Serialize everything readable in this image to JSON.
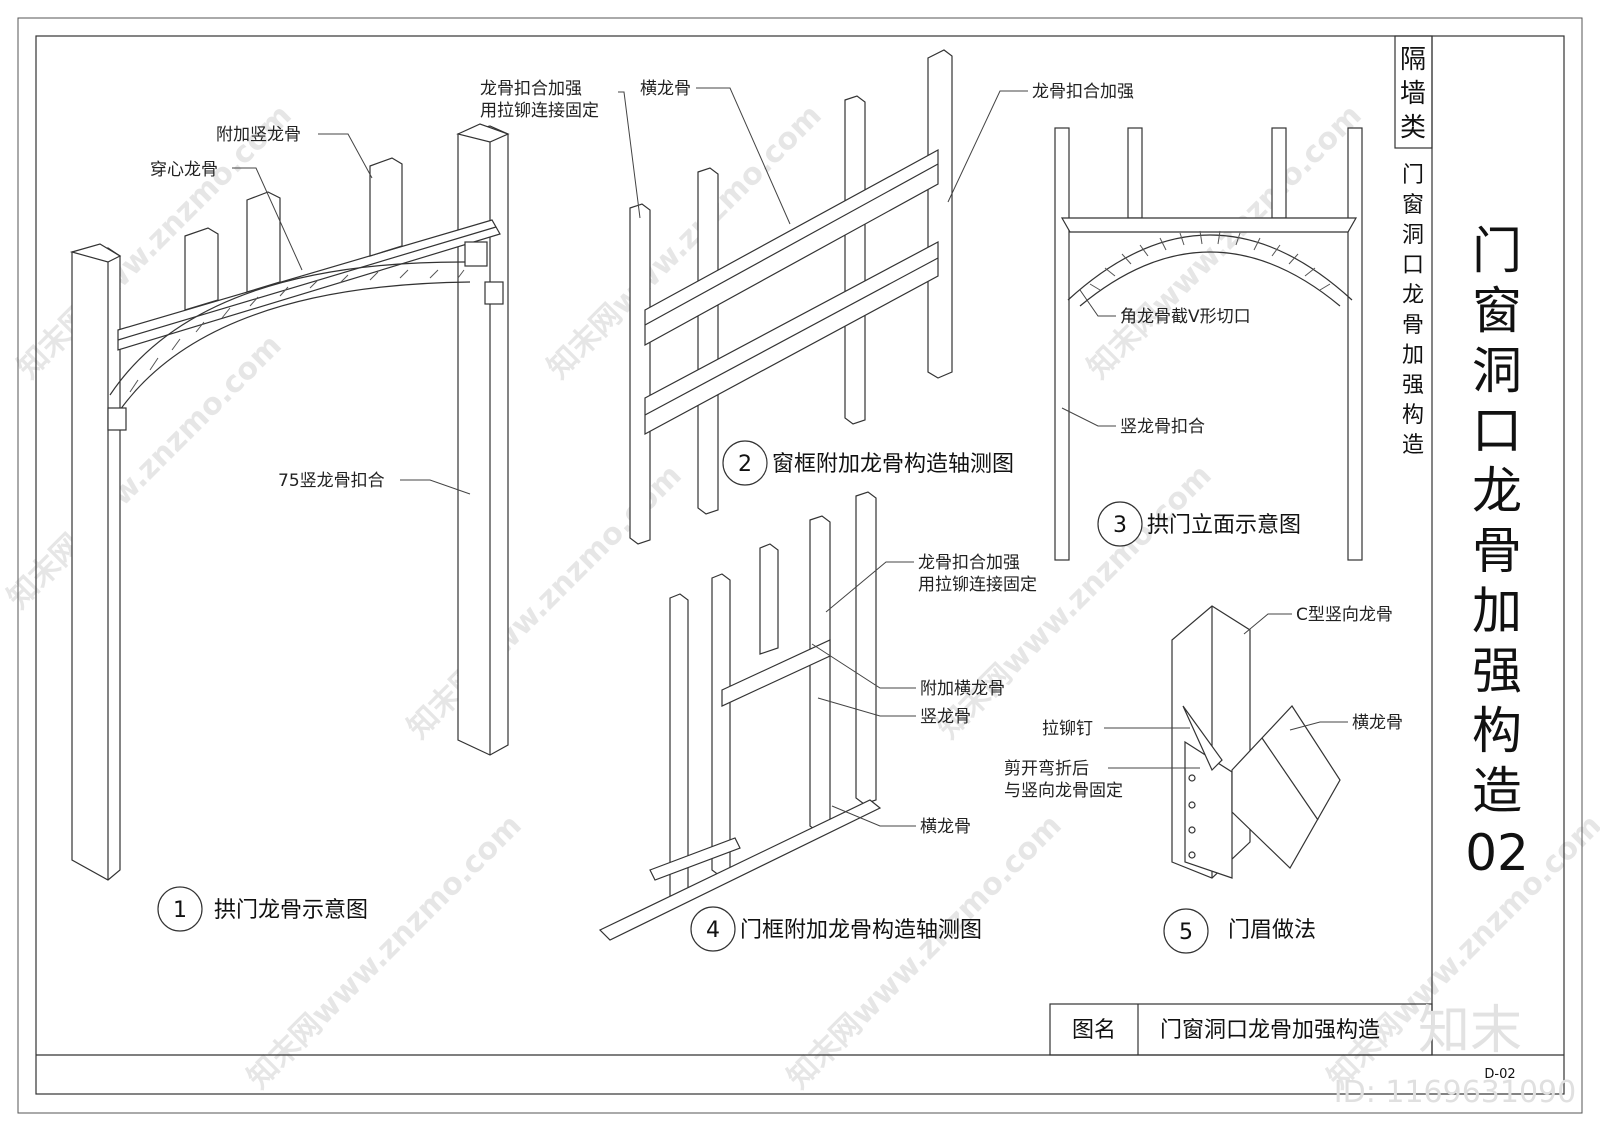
{
  "sheet": {
    "category": [
      "隔",
      "墙",
      "类"
    ],
    "vertical_subtitle": [
      "门",
      "窗",
      "洞",
      "口",
      "龙",
      "骨",
      "加",
      "强",
      "构",
      "造"
    ],
    "big_title": [
      "门",
      "窗",
      "洞",
      "口",
      "龙",
      "骨",
      "加",
      "强",
      "构",
      "造",
      "02"
    ],
    "title_block_label": "图名",
    "title_block_value": "门窗洞口龙骨加强构造",
    "drawing_code": "D-02"
  },
  "figures": [
    {
      "num": "1",
      "title": "拱门龙骨示意图"
    },
    {
      "num": "2",
      "title": "窗框附加龙骨构造轴测图"
    },
    {
      "num": "3",
      "title": "拱门立面示意图"
    },
    {
      "num": "4",
      "title": "门框附加龙骨构造轴测图"
    },
    {
      "num": "5",
      "title": "门眉做法"
    }
  ],
  "labels": {
    "fig1_a": "附加竖龙骨",
    "fig1_b": "穿心龙骨",
    "fig1_c": "75竖龙骨扣合",
    "fig2_a1": "龙骨扣合加强",
    "fig2_a2": "用拉铆连接固定",
    "fig2_b": "横龙骨",
    "fig2_c": "龙骨扣合加强",
    "fig3_a": "角龙骨截V形切口",
    "fig3_b": "竖龙骨扣合",
    "fig4_a1": "龙骨扣合加强",
    "fig4_a2": "用拉铆连接固定",
    "fig4_b": "附加横龙骨",
    "fig4_c": "竖龙骨",
    "fig4_d": "横龙骨",
    "fig5_a": "C型竖向龙骨",
    "fig5_b": "拉铆钉",
    "fig5_c": "横龙骨",
    "fig5_d1": "剪开弯折后",
    "fig5_d2": "与竖向龙骨固定"
  },
  "watermark": {
    "text": "知末网www.znzmo.com",
    "logo": "知末",
    "id": "ID: 1169631090"
  }
}
